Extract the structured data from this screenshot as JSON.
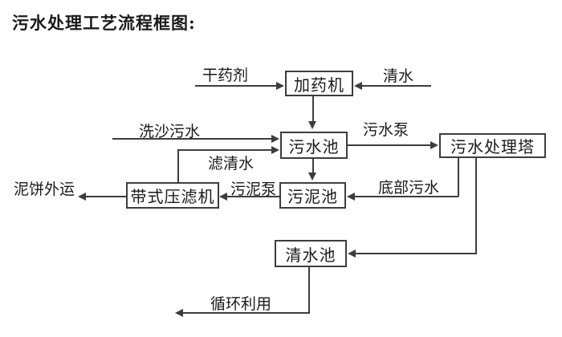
{
  "title": "污水处理工艺流程框图:",
  "nodes": {
    "dosing_machine": "加药机",
    "wastewater_pool": "污水池",
    "treatment_tower": "污水处理塔",
    "sludge_pool": "污泥池",
    "belt_filter_press": "带式压滤机",
    "clean_water_pool": "清水池"
  },
  "edges": {
    "dry_agent": {
      "label": "干药剂",
      "from": "external",
      "to": "dosing_machine"
    },
    "clean_water": {
      "label": "清水",
      "from": "external",
      "to": "dosing_machine"
    },
    "dosing_to_pool": {
      "label": "",
      "from": "dosing_machine",
      "to": "wastewater_pool"
    },
    "sand_washing_wastewater": {
      "label": "洗沙污水",
      "from": "external",
      "to": "wastewater_pool"
    },
    "filtered_water": {
      "label": "滤清水",
      "from": "belt_filter_press",
      "to": "wastewater_pool"
    },
    "wastewater_pump": {
      "label": "污水泵",
      "from": "wastewater_pool",
      "to": "treatment_tower"
    },
    "pool_to_sludge": {
      "label": "",
      "from": "wastewater_pool",
      "to": "sludge_pool"
    },
    "bottom_wastewater": {
      "label": "底部污水",
      "from": "treatment_tower",
      "to": "sludge_pool"
    },
    "tower_to_clean_pool": {
      "label": "",
      "from": "treatment_tower",
      "to": "clean_water_pool"
    },
    "sludge_pump": {
      "label": "污泥泵",
      "from": "sludge_pool",
      "to": "belt_filter_press"
    },
    "mud_cake_out": {
      "label": "泥饼外运",
      "from": "belt_filter_press",
      "to": "external"
    },
    "recycle_use": {
      "label": "循环利用",
      "from": "clean_water_pool",
      "to": "external"
    }
  },
  "colors": {
    "line": "#3d3d3d",
    "text": "#1a1a1a",
    "background": "#ffffff"
  }
}
